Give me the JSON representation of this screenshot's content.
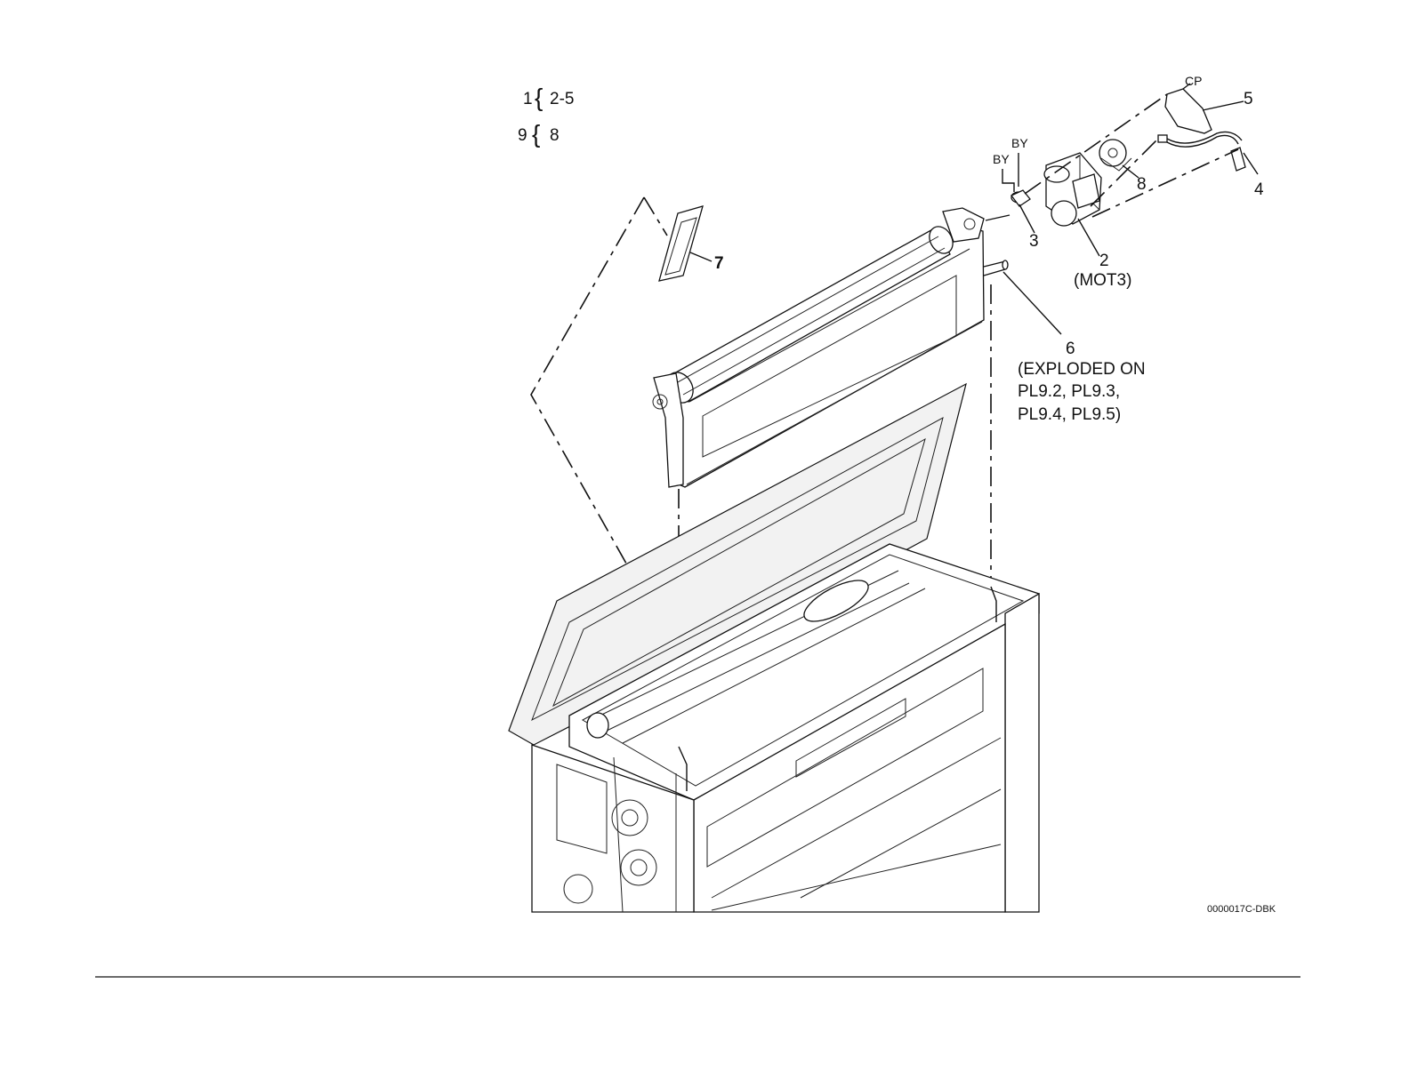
{
  "kit_legend": [
    {
      "kit": "1",
      "brace": "{",
      "range": "2-5"
    },
    {
      "kit": "9",
      "brace": "{",
      "range": "8"
    }
  ],
  "callouts": {
    "c2": "2",
    "c2_sub": "(MOT3)",
    "c3": "3",
    "c4": "4",
    "c5": "5",
    "c6": "6",
    "c6_line1": "(EXPLODED ON",
    "c6_line2": "PL9.2, PL9.3,",
    "c6_line3": "PL9.4, PL9.5)",
    "c7": "7",
    "c8": "8",
    "cp": "CP",
    "by1": "BY",
    "by2": "BY"
  },
  "figure_id": "0000017C-DBK",
  "colors": {
    "ink": "#111111",
    "background": "#ffffff"
  }
}
